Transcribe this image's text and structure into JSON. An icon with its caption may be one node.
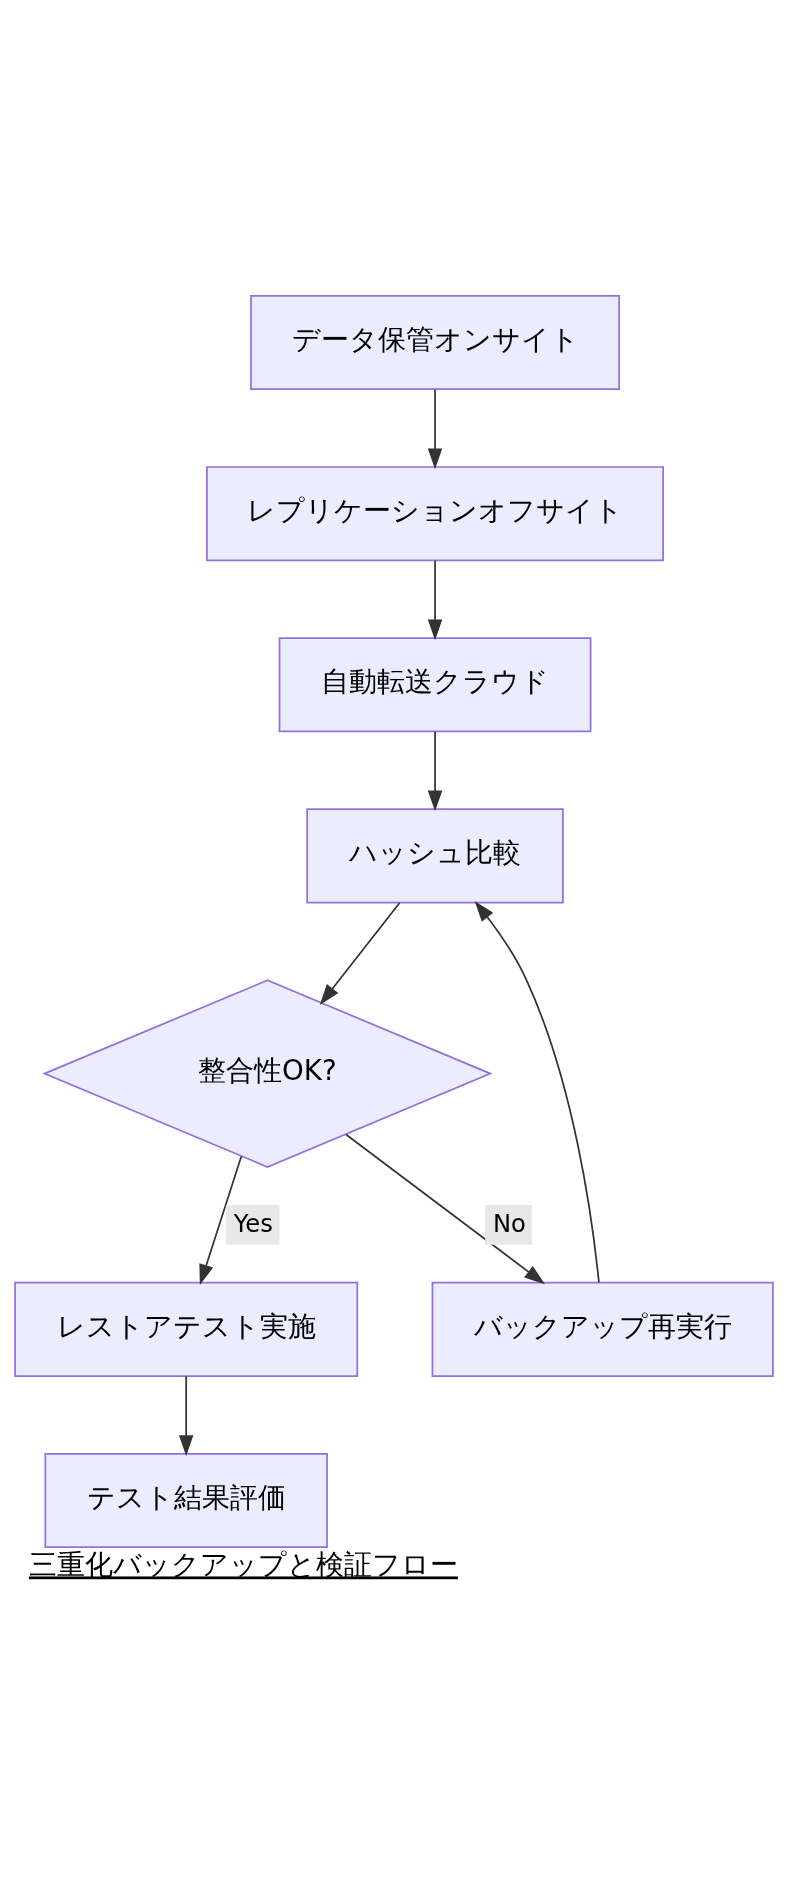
{
  "diagram": {
    "caption": "三重化バックアップと検証フロー",
    "nodes": [
      {
        "text": [
          "データ保管オンサイト"
        ]
      },
      {
        "text": [
          "レプリケーションオフサイト"
        ]
      },
      {
        "text": [
          "自動転送クラウド"
        ]
      },
      {
        "text": [
          "ハッシュ比較"
        ]
      },
      {
        "text": [
          "整合性OK?"
        ]
      },
      {
        "text": [
          "レストアテスト実施"
        ]
      },
      {
        "text": [
          "バックアップ再実行"
        ]
      },
      {
        "text": [
          "テスト結果評価"
        ]
      }
    ],
    "edges": [
      {
        "from": 0,
        "to": 1,
        "arrow": "to"
      },
      {
        "from": 1,
        "to": 2,
        "arrow": "to"
      },
      {
        "from": 2,
        "to": 3,
        "arrow": "to"
      },
      {
        "from": 3,
        "to": 4,
        "arrow": "to"
      },
      {
        "from": 4,
        "to": 5,
        "arrow": "to",
        "label": "Yes"
      },
      {
        "from": 4,
        "to": 6,
        "arrow": "to",
        "label": "No"
      },
      {
        "from": 6,
        "to": 3,
        "arrow": "to"
      },
      {
        "from": 5,
        "to": 7,
        "arrow": "to"
      }
    ]
  }
}
